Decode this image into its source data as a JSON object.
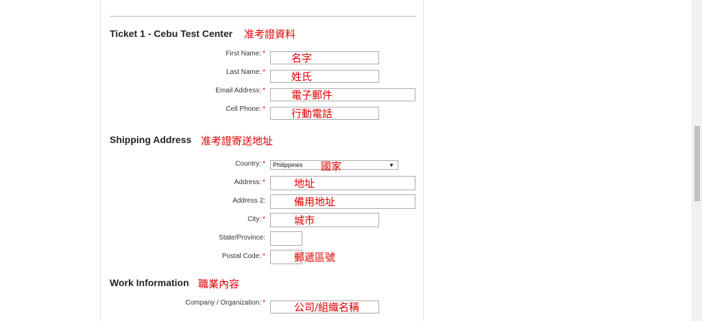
{
  "ticket_section": {
    "heading": "Ticket 1 - Cebu Test Center",
    "annotation": "准考證資料",
    "fields": {
      "first_name": {
        "label": "First Name:",
        "required": "*",
        "hint": "名字"
      },
      "last_name": {
        "label": "Last Name:",
        "required": "*",
        "hint": "姓氏"
      },
      "email": {
        "label": "Email Address:",
        "required": "*",
        "hint": "電子郵件"
      },
      "cell_phone": {
        "label": "Cell Phone:",
        "required": "*",
        "hint": "行動電話"
      }
    }
  },
  "shipping_section": {
    "heading": "Shipping Address",
    "annotation": "准考證寄送地址",
    "fields": {
      "country": {
        "label": "Country:",
        "required": "*",
        "value": "Philippines",
        "hint": "國家"
      },
      "address": {
        "label": "Address:",
        "required": "*",
        "hint": "地址"
      },
      "address2": {
        "label": "Address 2:",
        "hint": "備用地址"
      },
      "city": {
        "label": "City:",
        "required": "*",
        "hint": "城市"
      },
      "state": {
        "label": "State/Province:"
      },
      "postal": {
        "label": "Postal Code:",
        "required": "*",
        "hint": "郵遞區號"
      }
    }
  },
  "work_section": {
    "heading": "Work Information",
    "annotation": "職業內容",
    "fields": {
      "company": {
        "label": "Company / Organization:",
        "required": "*",
        "hint": "公司/組織名稱"
      }
    }
  },
  "icons": {
    "dropdown": "chevron-down-icon"
  },
  "colors": {
    "annotation": "#e00000",
    "required": "#e00000",
    "heading": "#222222"
  }
}
